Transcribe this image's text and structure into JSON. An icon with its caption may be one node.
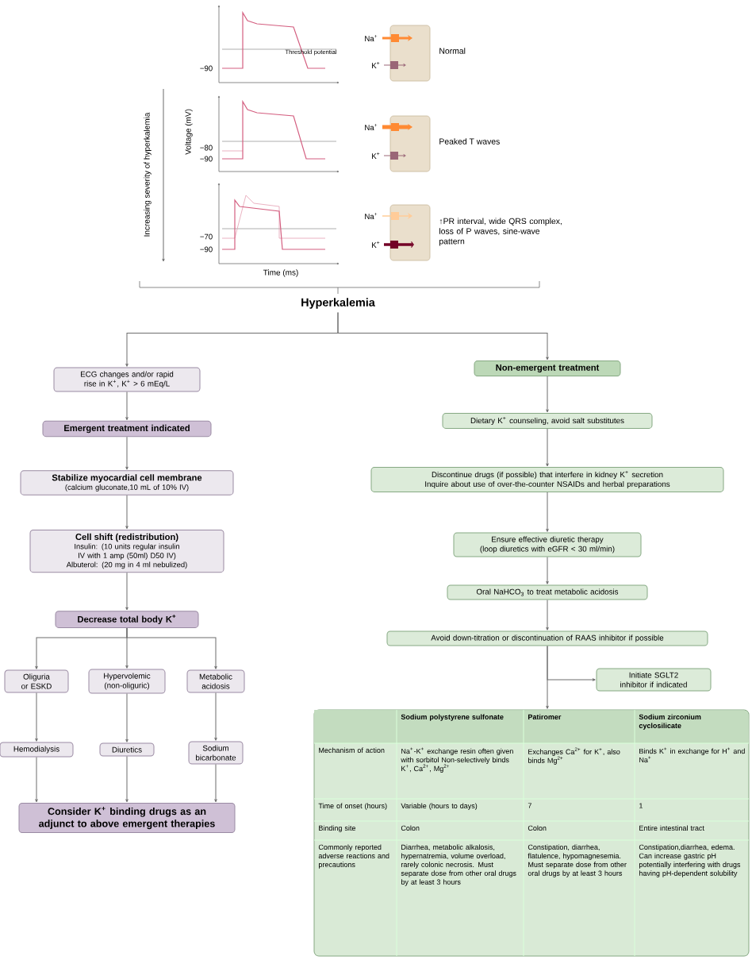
{
  "diagram": {
    "nodes": [
      {
        "text": [
          "Hyperkalemia"
        ]
      },
      {
        "text": [
          "ECG changes and/or rapid rise in K$^{+}$, K$^{+}$ > 6 mEq/L"
        ]
      },
      {
        "text": [
          "Emergent treatment indicated"
        ]
      },
      {
        "text": [
          "Stabilize myocardial cell membrane",
          "(calcium gluconate,10 mL of 10% IV)"
        ]
      },
      {
        "text": [
          "Cell shift (redistribution)",
          "Insulin: (10 units regular insulin IV with 1 amp (50ml) D50 IV)",
          "Albuterol: (20 mg in 4 ml nebulized)"
        ]
      },
      {
        "text": [
          "Decrease total body K$^{+}$"
        ]
      },
      {
        "text": [
          "Oliguria or ESKD"
        ]
      },
      {
        "text": [
          "Hypervolemic (non-oliguric)"
        ]
      },
      {
        "text": [
          "Metabolic acidosis"
        ]
      },
      {
        "text": [
          "Hemodialysis"
        ]
      },
      {
        "text": [
          "Diuretics"
        ]
      },
      {
        "text": [
          "Sodium bicarbonate"
        ]
      },
      {
        "text": [
          "Consider K$^{+}$ binding drugs as an adjunct to above emergent therapies"
        ]
      },
      {
        "text": [
          "Non-emergent treatment"
        ]
      },
      {
        "text": [
          "Dietary K$^{+}$ counseling, avoid salt substitutes"
        ]
      },
      {
        "text": [
          "Discontinue drugs (if possible) that interfere in kidney K$^{+}$ secretion",
          "Inquire about use of over-the-counter NSAIDs and herbal preparations"
        ]
      },
      {
        "text": [
          "Ensure effective diuretic therapy",
          "(loop diuretics with eGFR < 30 ml/min)"
        ]
      },
      {
        "text": [
          "Oral NaHCO$_{3}$ to treat metabolic acidosis"
        ]
      },
      {
        "text": [
          "Avoid down-titration or discontinuation of RAAS inhibitor if possible"
        ]
      },
      {
        "text": [
          "Initiate SGLT2 inhibitor if indicated"
        ]
      },
      {
        "text": [
          "Sodium polystyrene sulfonate",
          "Patiromer",
          "Sodium zirconium cyclosilicate",
          "Mechanism of action",
          "Na$^{+}$-K$^{+}$ exchange resin often given with sorbitol Non-selectively binds K$^{+}$, Ca$^{2+}$, Mg$^{2+}$",
          "Exchanges Ca$^{2+}$ for K$^{+}$, also binds Mg$^{2+}$",
          "Binds K$^{+}$ in exchange for H$^{+}$ and Na$^{+}$",
          "Time of onset (hours)",
          "Variable (hours to days)",
          "7",
          "1",
          "Binding site",
          "Colon",
          "Colon",
          "Entire intestinal tract",
          "Commonly reported adverse reactions and precautions",
          "Diarrhea, metabolic alkalosis, hypernatremia, volume overload, rarely colonic necrosis. Must separate dose from other oral drugs by at least 3 hours",
          "Constipation, diarrhea, flatulence, hypomagnesemia. Must separate dose from other oral drugs by at least 3 hours",
          "Constipation,diarrhea, edema. Can increase gastric pH potentially interfering with drugs having pH-dependent solubility"
        ]
      }
    ],
    "edges": [
      {
        "from": 0,
        "to": 1,
        "arrow": "to"
      },
      {
        "from": 0,
        "to": 13,
        "arrow": "to"
      },
      {
        "from": 1,
        "to": 2,
        "arrow": "to"
      },
      {
        "from": 2,
        "to": 3,
        "arrow": "to"
      },
      {
        "from": 3,
        "to": 4,
        "arrow": "to"
      },
      {
        "from": 4,
        "to": 5,
        "arrow": "to"
      },
      {
        "from": 5,
        "to": 6,
        "arrow": "to"
      },
      {
        "from": 5,
        "to": 7,
        "arrow": "to"
      },
      {
        "from": 5,
        "to": 8,
        "arrow": "to"
      },
      {
        "from": 6,
        "to": 9,
        "arrow": "to"
      },
      {
        "from": 7,
        "to": 10,
        "arrow": "to"
      },
      {
        "from": 8,
        "to": 11,
        "arrow": "to"
      },
      {
        "from": 9,
        "to": 12,
        "arrow": "to"
      },
      {
        "from": 10,
        "to": 12,
        "arrow": "to"
      },
      {
        "from": 11,
        "to": 12,
        "arrow": "to"
      },
      {
        "from": 13,
        "to": 14,
        "arrow": "to"
      },
      {
        "from": 14,
        "to": 15,
        "arrow": "to"
      },
      {
        "from": 15,
        "to": 16,
        "arrow": "to"
      },
      {
        "from": 16,
        "to": 17,
        "arrow": "to"
      },
      {
        "from": 17,
        "to": 18,
        "arrow": "to"
      },
      {
        "from": 18,
        "to": 19,
        "arrow": "to"
      },
      {
        "from": 18,
        "to": 20,
        "arrow": "to"
      }
    ],
    "labels": [
      "Threshold potential",
      "Na$^{+}$",
      "Normal",
      "K$^{+}$",
      "−90",
      "Increasing severity of hyperkalemia",
      "Voltage (mV)",
      "Na$^{+}$",
      "Peaked T waves",
      "−80",
      "−90",
      "K$^{+}$",
      "Na$^{+}$",
      "↑PR interval, wide QRS complex, loss of P waves, sine-wave pattern",
      "−70",
      "K$^{+}$",
      "−90",
      "Time (ms)"
    ]
  }
}
